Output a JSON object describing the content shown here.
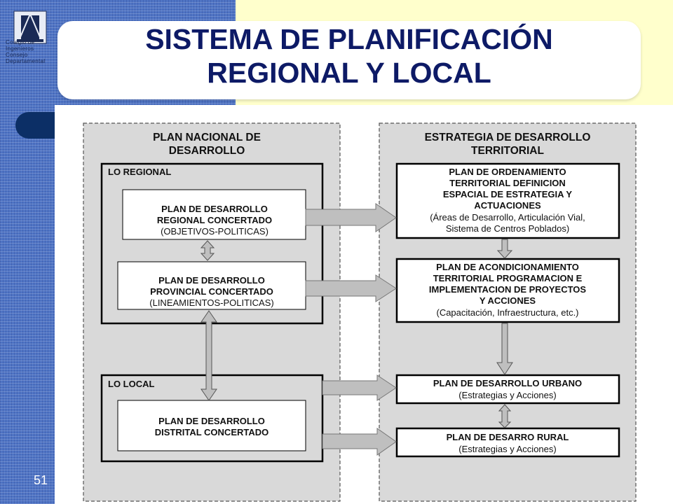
{
  "slide": {
    "title_line1": "SISTEMA DE PLANIFICACIÓN",
    "title_line2": "REGIONAL Y LOCAL",
    "number": "51"
  },
  "logo": {
    "text_line1": "Colegio de Ingenieros",
    "text_line2": "Consejo Departamental"
  },
  "diagram": {
    "left_header_line1": "PLAN NACIONAL DE",
    "left_header_line2": "DESARROLLO",
    "right_header_line1": "ESTRATEGIA DE DESARROLLO",
    "right_header_line2": "TERRITORIAL",
    "regional_label": "LO REGIONAL",
    "local_label": "LO LOCAL",
    "regional_plan_line1": "PLAN DE DESARROLLO",
    "regional_plan_line2": "REGIONAL CONCERTADO",
    "regional_plan_line3": "(OBJETIVOS-POLITICAS)",
    "provincial_plan_line1": "PLAN DE DESARROLLO",
    "provincial_plan_line2": "PROVINCIAL CONCERTADO",
    "provincial_plan_line3": "(LINEAMIENTOS-POLITICAS)",
    "distrital_plan_line1": "PLAN DE DESARROLLO",
    "distrital_plan_line2": "DISTRITAL CONCERTADO",
    "ordenamiento_line1": "PLAN DE ORDENAMIENTO",
    "ordenamiento_line2": "TERRITORIAL DEFINICION",
    "ordenamiento_line3": "ESPACIAL DE ESTRATEGIA Y",
    "ordenamiento_line4": "ACTUACIONES",
    "ordenamiento_line5": "(Áreas de Desarrollo, Articulación Vial,",
    "ordenamiento_line6": "Sistema de Centros Poblados)",
    "acondicionamiento_line1": "PLAN DE ACONDICIONAMIENTO",
    "acondicionamiento_line2": "TERRITORIAL PROGRAMACION E",
    "acondicionamiento_line3": "IMPLEMENTACION DE PROYECTOS",
    "acondicionamiento_line4": "Y ACCIONES",
    "acondicionamiento_line5": "(Capacitación, Infraestructura, etc.)",
    "urbano_line1": "PLAN DE DESARROLLO URBANO",
    "urbano_line2": "(Estrategias y Acciones)",
    "rural_line1": "PLAN DE DESARRO RURAL",
    "rural_line2": "(Estrategias y Acciones)"
  },
  "colors": {
    "title": "#0d1a66",
    "sidebar": "#4f74c4",
    "top_band": "#ffffcc",
    "pill": "#0c2f66",
    "panel": "#d9d9d9",
    "arrow": "#bfbfbf"
  }
}
